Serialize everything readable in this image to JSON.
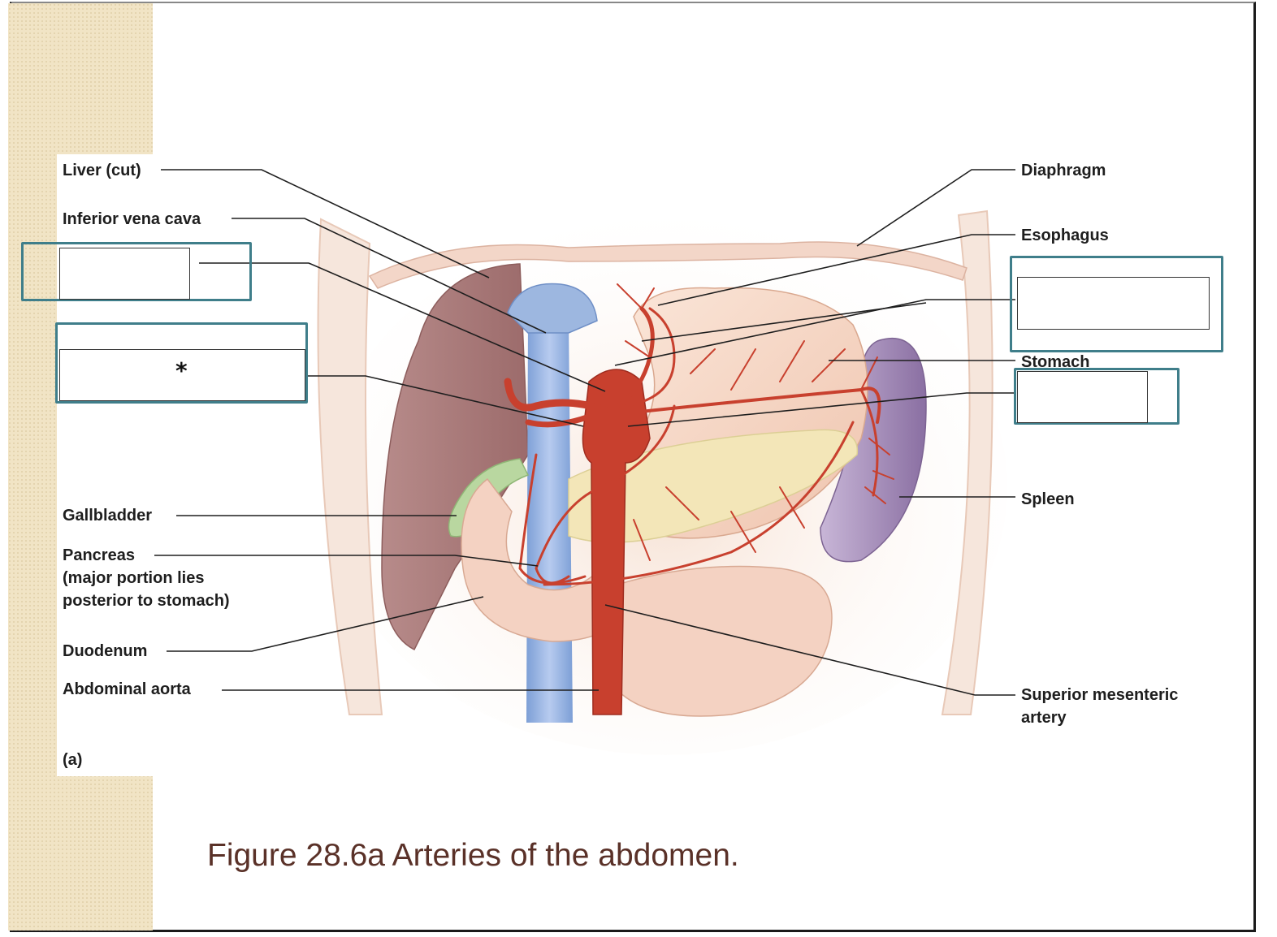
{
  "labels_left": {
    "liver": "Liver (cut)",
    "ivc": "Inferior vena cava",
    "gallbladder": "Gallbladder",
    "pancreas": "Pancreas\n(major portion lies\nposterior to stomach)",
    "duodenum": "Duodenum",
    "aorta": "Abdominal aorta",
    "part": "(a)"
  },
  "labels_right": {
    "diaphragm": "Diaphragm",
    "esophagus": "Esophagus",
    "stomach": "Stomach",
    "spleen": "Spleen",
    "sma": "Superior mesenteric\nartery"
  },
  "blank_marker": "*",
  "caption": "Figure 28.6a Arteries of the abdomen.",
  "colors": {
    "frame_accent": "#3f7e8a",
    "artery": "#c8402e",
    "vein": "#9db7e0",
    "liver": "#a8797a",
    "spleen": "#9d85b3",
    "stomach": "#f6d9c8",
    "pancreas": "#f3e6b8",
    "gallbladder": "#b9d7a0",
    "caption": "#5a3128"
  }
}
